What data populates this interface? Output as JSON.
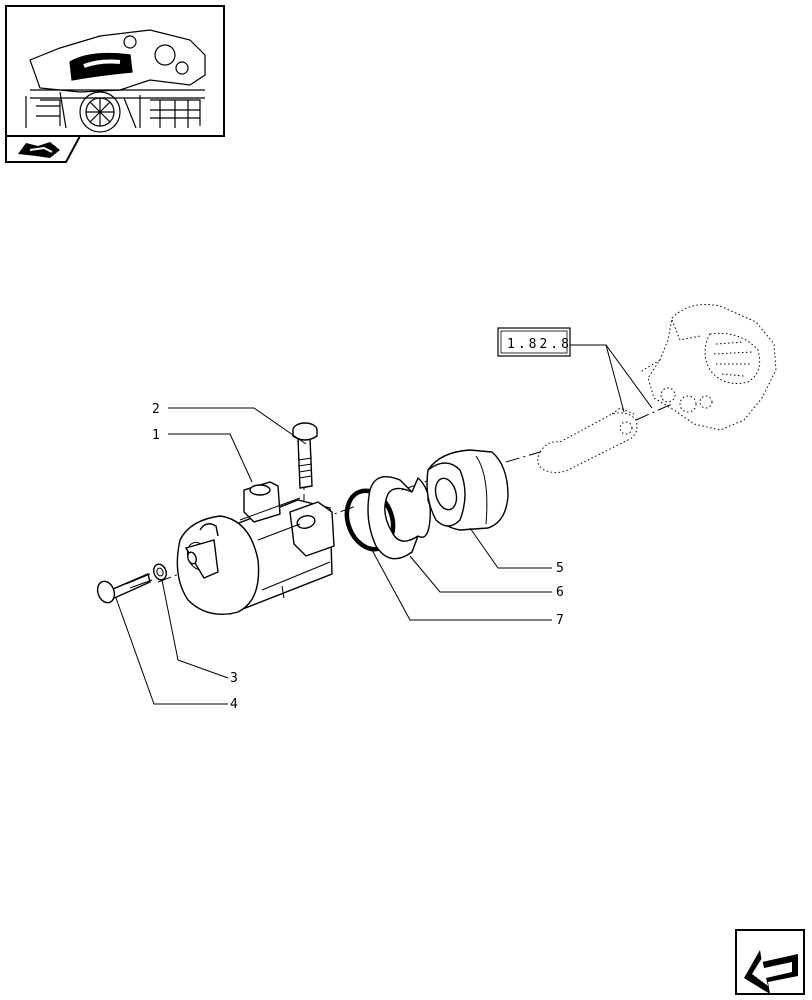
{
  "callouts": {
    "1": "1",
    "2": "2",
    "3": "3",
    "4": "4",
    "5": "5",
    "6": "6",
    "7": "7"
  },
  "reference_box": "1.82.8",
  "icons": {
    "thumbnail": "assembly-thumbnail-icon",
    "book": "book-icon",
    "nav": "navigation-arrow-icon"
  }
}
